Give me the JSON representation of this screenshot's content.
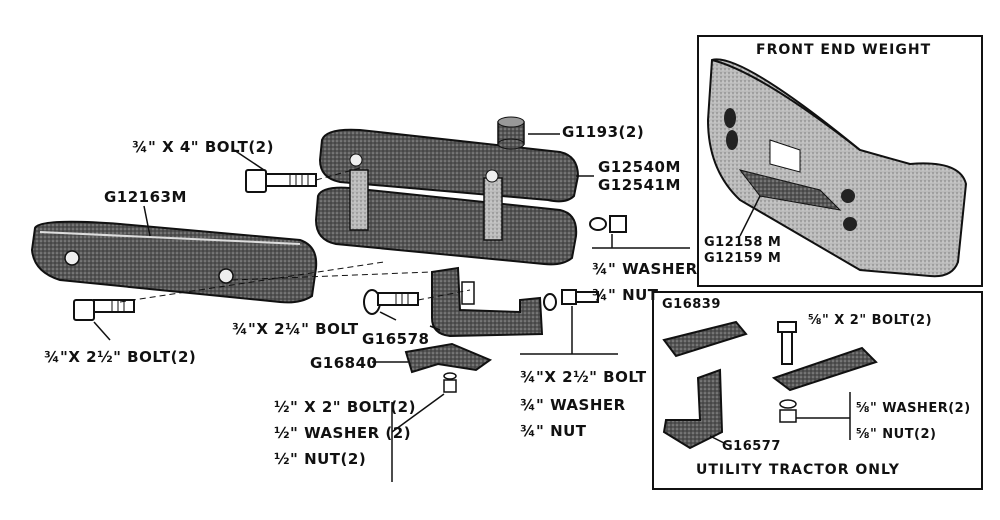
{
  "labels": {
    "g1193": "G1193(2)",
    "g12540m": "G12540M",
    "g12541m": "G12541M",
    "bolt_3_4x4": "¾\" X 4\" BOLT(2)",
    "g12163m": "G12163M",
    "bolt_3_4x2_1_2_left": "¾\"X 2½\" BOLT(2)",
    "bolt_3_4x2_1_4": "¾\"X 2¼\" BOLT",
    "g16578": "G16578",
    "g16840": "G16840",
    "washer_3_4_top": "¾\" WASHER",
    "nut_3_4_top": "¾\" NUT",
    "bolt_3_4x2_1_2_bottom": "¾\"X 2½\" BOLT",
    "washer_3_4_bottom": "¾\" WASHER",
    "nut_3_4_bottom": "¾\" NUT",
    "bolt_1_2x2": "½\" X 2\" BOLT(2)",
    "washer_1_2": "½\" WASHER (2)",
    "nut_1_2": "½\" NUT(2)"
  },
  "front_end_weight": {
    "title": "FRONT END WEIGHT",
    "part_a": "G12158 M",
    "part_b": "G12159 M"
  },
  "utility": {
    "title": "UTILITY TRACTOR ONLY",
    "g16839": "G16839",
    "bolt_5_8x2": "⅝\" X 2\" BOLT(2)",
    "g16577": "G16577",
    "washer_5_8": "⅝\" WASHER(2)",
    "nut_5_8": "⅝\" NUT(2)"
  }
}
